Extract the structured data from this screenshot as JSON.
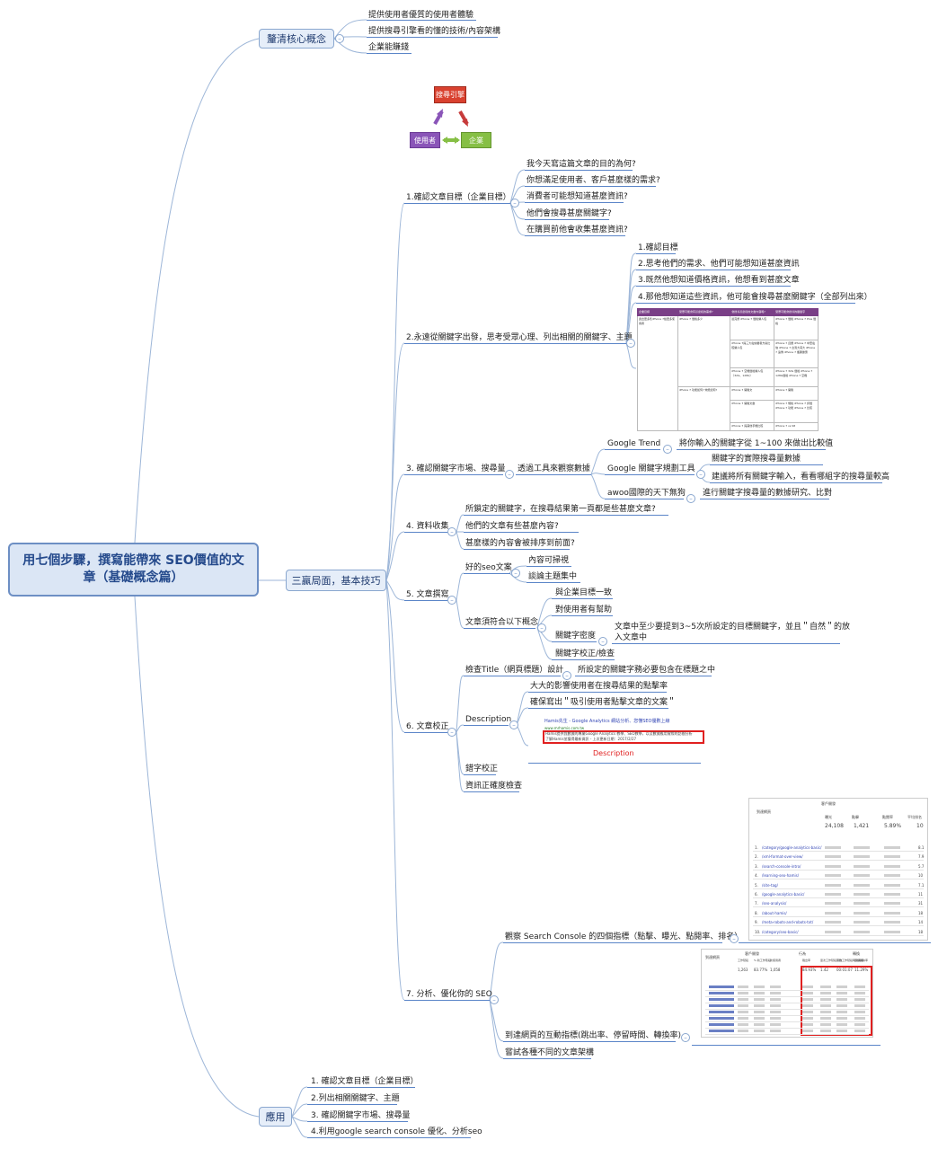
{
  "root": {
    "title": "用七個步驟，撰寫能帶來 SEO價值的文章（基礎概念篇）"
  },
  "branch1": {
    "label": "釐清核心概念",
    "items": [
      "提供使用者優質的使用者體驗",
      "提供搜尋引擎看的懂的技術/內容架構",
      "企業能賺錢"
    ]
  },
  "branch2": {
    "label": "三贏局面，基本技巧"
  },
  "triangle": {
    "top": "搜尋引擎",
    "left": "使用者",
    "right": "企業"
  },
  "step1": {
    "label": "1.確認文章目標（企業目標）",
    "items": [
      "我今天寫這篇文章的目的為何?",
      "你想滿足使用者、客戶甚麼樣的需求?",
      "消費者可能想知道甚麼資訊?",
      "他們會搜尋甚麼關鍵字?",
      "在購買前他會收集甚麼資訊?"
    ]
  },
  "step2": {
    "label": "2.永遠從關鍵字出發，思考受眾心理、列出相關的關鍵字、主題",
    "items": [
      "1.確認目標",
      "2.思考他們的需求、他們可能想知道甚麼資訊",
      "3.既然他想知道價格資訊，他想看到甚麼文章",
      "4.那他想知道這些資訊，他可能會搜尋甚麼關鍵字（全部列出來）"
    ],
    "table": {
      "headers": [
        "企業目標",
        "受眾可能會有甚麼樣的需求?",
        "會搜尋甚麼樣的文章內容呢?",
        "受眾可能會搜尋的關鍵字"
      ],
      "goal": "賣出更多隻iPhone 7給更多使用者",
      "needs": [
        "iPhone 7 價格多少",
        "iPhone 7 功能如何? 效能如何?"
      ],
      "contents": [
        "最完整 iPhone 7 價格懶人包",
        "iPhone 7與三大電信業者方案比較懶人包",
        "iPhone 7 空機價格懶人包（32G、128G）",
        "iPhone 7 開箱文",
        "iPhone 7 開箱文章",
        "iPhone 7 與其他手機比較"
      ],
      "keywords": [
        "iPhone 7 價格 iPhone 7 Plus 價格",
        "iPhone 7 資費 iPhone 7 中華電信 iPhone 7 台灣大哥大 iPhone 7 遠傳 iPhone 7 攜碼優惠",
        "iPhone 7 32G 價格 iPhone 7 128G價格 iPhone 7 空機",
        "iPhone 7 開箱",
        "iPhone 7 規格 iPhone 7 評價 iPhone 7 功能 iPhone 7 比較",
        "iPhone 7 vs S8"
      ]
    }
  },
  "step3": {
    "label": "3. 確認關鍵字市場、搜尋量",
    "sub": "透過工具來觀察數據",
    "tools": [
      {
        "name": "Google Trend",
        "desc": [
          "將你輸入的關鍵字從 1~100 來做出比較值"
        ]
      },
      {
        "name": "Google 關鍵字規劃工具",
        "desc": [
          "關鍵字的實際搜尋量數據",
          "建議將所有關鍵字輸入，看看哪組字的搜尋量較高"
        ]
      },
      {
        "name": "awoo國際的天下無狗",
        "desc": [
          "進行關鍵字搜尋量的數據研究、比對"
        ]
      }
    ]
  },
  "step4": {
    "label": "4. 資料收集",
    "items": [
      "所鎖定的關鍵字，在搜尋結果第一頁都是些甚麼文章?",
      "他們的文章有些甚麼內容?",
      "甚麼樣的內容會被排序到前面?"
    ]
  },
  "step5": {
    "label": "5. 文章撰寫",
    "good": {
      "label": "好的seo文案",
      "items": [
        "內容可掃視",
        "談論主題集中"
      ]
    },
    "concept": {
      "label": "文章須符合以下概念",
      "items": [
        "與企業目標一致",
        "對使用者有幫助",
        "關鍵字密度",
        "關鍵字校正/檢查"
      ],
      "density_note_1": "文章中至少要提到3~5次所設定的目標關鍵字，並且＂自然＂的放",
      "density_note_2": "入文章中"
    }
  },
  "step6": {
    "label": "6. 文章校正",
    "title_check": "檢查Title（網頁標題）設計",
    "title_note": "所設定的關鍵字務必要包含在標題之中",
    "description": "Description",
    "desc_items": [
      "大大的影響使用者在搜尋結果的點擊率",
      "確保寫出＂吸引使用者點擊文章的文案＂"
    ],
    "serp_title": "Hamis先生 - Google Analytics 網站分析、您懂SEO優數上線",
    "serp_url": "www.mrhamis.com.tw",
    "serp_desc_1": "Hamis提供我數據的專業Google Analytics 教學、SEO教學，以及數據應用實際的訪間分析",
    "serp_desc_2": "了解Hamis並獲得最新資訊 - 上次更新日期：2017/2/27",
    "serp_caption": "Description",
    "others": [
      "錯字校正",
      "資訊正確度檢查"
    ]
  },
  "step7": {
    "label": "7. 分析、優化你的 SEO",
    "items": [
      "觀察 Search Console 的四個指標（點擊、曝光、點閱率、排名）",
      "到達網頁的互動指標(跳出率、停留時間、轉換率)",
      "嘗試各種不同的文章架構"
    ],
    "sc_shot": {
      "header": "客戶開發",
      "left_label": "到達網頁",
      "cols": [
        "曝光",
        "點擊",
        "點閱率",
        "平均排名"
      ],
      "totals": [
        "24,108",
        "1,421",
        "5.89%",
        "10"
      ],
      "rows": [
        "/category/google-analytics-basic/",
        "/xml-format-over-view/",
        "/search-console-intro/",
        "/learning-seo-hamis/",
        "/site-tag/",
        "/google-analytics-basic/",
        "/seo-analysis/",
        "/about-hamis/",
        "/meta-robots-and-robots-txt/",
        "/category/seo-basic/"
      ],
      "nums": [
        "8.1",
        "7.9",
        "5.7",
        "10",
        "7.1",
        "11",
        "31",
        "18",
        "14",
        "18"
      ]
    },
    "ga_shot": {
      "left_label": "到達網頁",
      "col_groups": [
        "客戶開發",
        "行為",
        "轉換"
      ],
      "cols": [
        "工作階段",
        "% 新工作階段",
        "新使用者",
        "跳出率",
        "單次工作階段頁數",
        "平均工作階段時間長度",
        "目標轉換率"
      ],
      "totals": [
        "1,263",
        "83.77%",
        "1,058",
        "84.93%",
        "1.42",
        "00:01:07",
        "11.29%"
      ]
    }
  },
  "branch3": {
    "label": "應用",
    "items": [
      "1. 確認文章目標（企業目標）",
      "2.列出相關關鍵字、主題",
      "3. 確認關鍵字市場、搜尋量",
      "4.利用google search console 優化、分析seo"
    ]
  },
  "colors": {
    "line": "#9db6d8",
    "underline": "#5b85c8",
    "root_bg": "#dbe6f5",
    "root_border": "#6d8fc4",
    "search_engine": "#d9412f",
    "user": "#8a55b8",
    "company": "#86bf45",
    "table_header": "#7a3f87",
    "red_box": "#e02020"
  }
}
